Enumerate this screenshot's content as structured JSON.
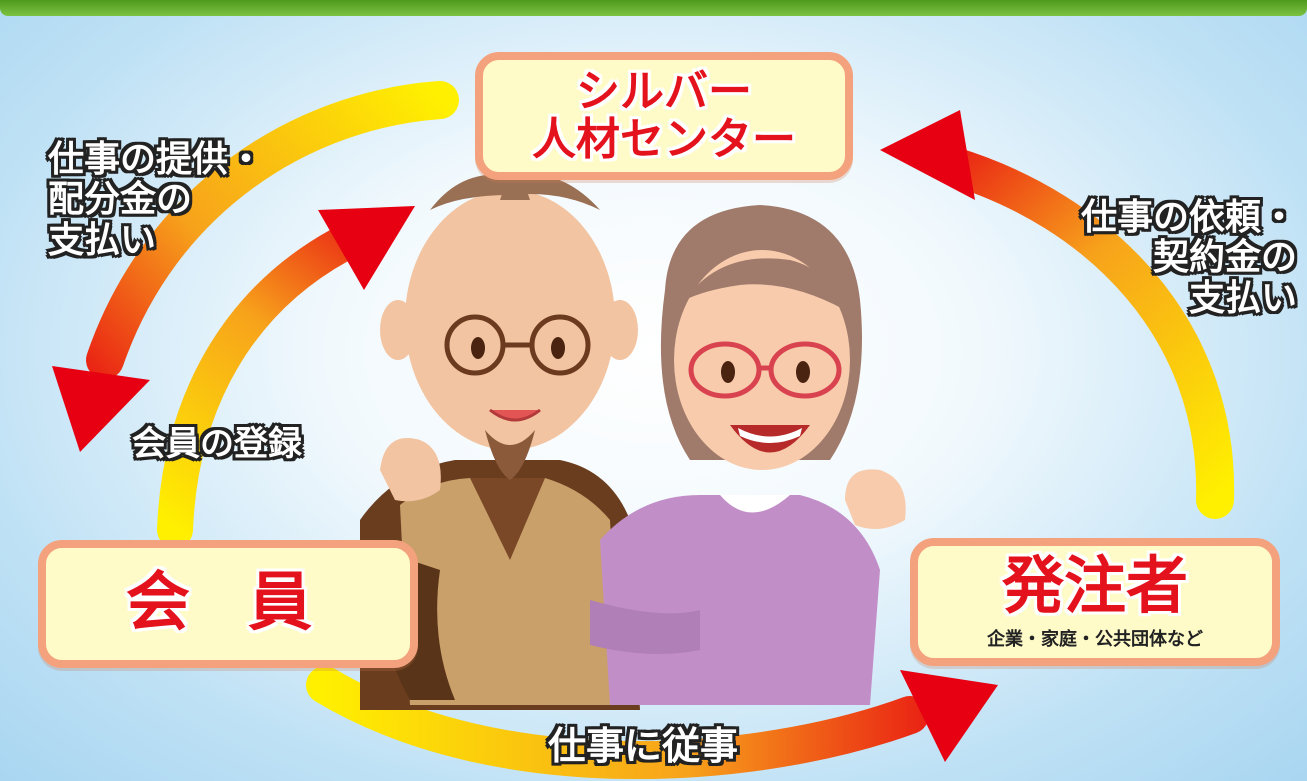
{
  "nodes": {
    "center": {
      "line1": "シルバー",
      "line2": "人材センター"
    },
    "member": {
      "label": "会 員"
    },
    "client": {
      "label": "発注者",
      "sub": "企業・家庭・公共団体など"
    }
  },
  "flows": {
    "provide": {
      "line1": "仕事の提供・",
      "line2": "配分金の",
      "line3": "支払い"
    },
    "request": {
      "line1": "仕事の依頼・",
      "line2": "契約金の",
      "line3": "支払い"
    },
    "register": {
      "label": "会員の登録"
    },
    "engage": {
      "label": "仕事に従事"
    }
  },
  "colors": {
    "box_border": "#f4a27d",
    "box_fill": "#fffbc8",
    "title_red": "#e3121c",
    "arrow_start": "#fff000",
    "arrow_end": "#e60012",
    "header_green": "#5aa626"
  }
}
